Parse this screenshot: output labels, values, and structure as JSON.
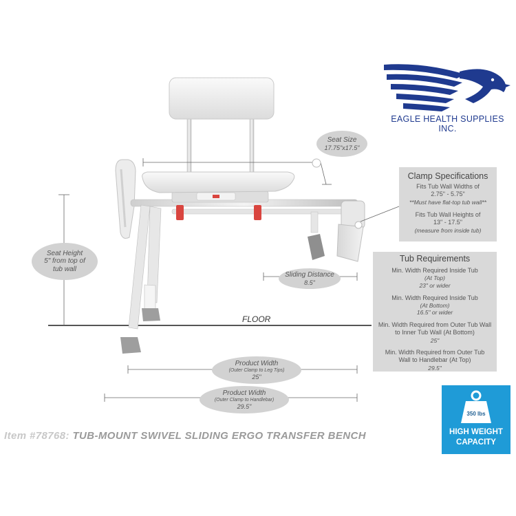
{
  "logo": {
    "company": "EAGLE HEALTH SUPPLIES INC."
  },
  "callouts": {
    "seat_size": {
      "title": "Seat Size",
      "value": "17.75\"x17.5\""
    },
    "seat_height": {
      "line1": "Seat Height",
      "line2": "5\" from top of",
      "line3": "tub wall"
    },
    "sliding_distance": {
      "title": "Sliding Distance",
      "value": "8.5\""
    },
    "product_width_legs": {
      "title": "Product Width",
      "subtitle": "(Outer Clamp to Leg Tips)",
      "value": "25\""
    },
    "product_width_handlebar": {
      "title": "Product Width",
      "subtitle": "(Outer Clamp to Handlebar)",
      "value": "29.5\""
    }
  },
  "floor_label": "FLOOR",
  "clamp_specs": {
    "heading": "Clamp Specifications",
    "widths_line1": "Fits Tub Wall Widths of",
    "widths_value": "2.75\" - 5.75\"",
    "widths_note": "**Must have flat-top tub wall**",
    "heights_line1": "Fits Tub Wall Heights of",
    "heights_value": "13\" - 17.5\"",
    "heights_note": "(measure from inside tub)"
  },
  "tub_requirements": {
    "heading": "Tub Requirements",
    "items": [
      {
        "line1": "Min. Width Required Inside Tub",
        "line2": "(At Top)",
        "value": "23\" or wider"
      },
      {
        "line1": "Min. Width Required Inside Tub",
        "line2": "(At Bottom)",
        "value": "16.5\" or wider"
      },
      {
        "line1": "Min. Width Required from Outer Tub Wall",
        "line2": "to Inner Tub Wall (At Bottom)",
        "value": "25\""
      },
      {
        "line1": "Min. Width Required from Outer Tub",
        "line2": "Wall to Handlebar (At Top)",
        "value": "29.5\""
      }
    ]
  },
  "item_title": {
    "number": "Item #78768:",
    "name": "TUB-MOUNT SWIVEL SLIDING ERGO TRANSFER BENCH"
  },
  "capacity": {
    "weight": "350 lbs",
    "line1": "HIGH WEIGHT",
    "line2": "CAPACITY"
  },
  "colors": {
    "accent_blue": "#1f9bd7",
    "logo_blue": "#1f3a8f",
    "clamp_red": "#d9453f"
  },
  "icons": [
    "eagle-logo",
    "weight-icon"
  ]
}
